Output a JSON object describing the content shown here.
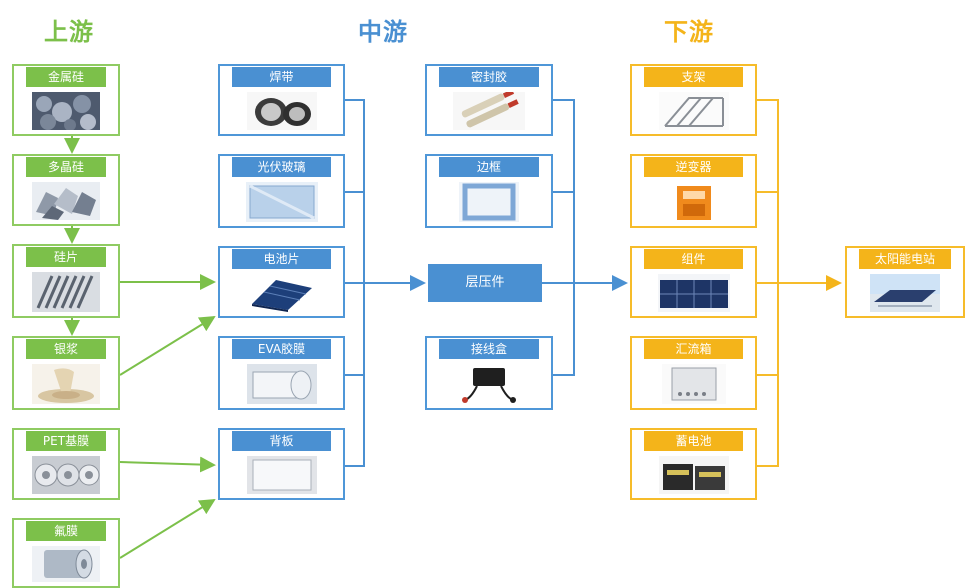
{
  "stages": {
    "upstream": "上游",
    "midstream": "中游",
    "downstream": "下游"
  },
  "upstream": {
    "items": [
      {
        "label": "金属硅",
        "icon": "silicon-lumps"
      },
      {
        "label": "多晶硅",
        "icon": "polysilicon-chunks"
      },
      {
        "label": "硅片",
        "icon": "silicon-wafers"
      },
      {
        "label": "银浆",
        "icon": "silver-paste"
      },
      {
        "label": "PET基膜",
        "icon": "pet-film-rolls"
      },
      {
        "label": "氟膜",
        "icon": "fluoro-film-roll"
      }
    ]
  },
  "midstream": {
    "materials": [
      {
        "label": "焊带",
        "icon": "solder-ribbon-spool"
      },
      {
        "label": "光伏玻璃",
        "icon": "pv-glass"
      },
      {
        "label": "电池片",
        "icon": "solar-cell"
      },
      {
        "label": "EVA胶膜",
        "icon": "eva-film"
      },
      {
        "label": "背板",
        "icon": "backsheet"
      }
    ],
    "parts": [
      {
        "label": "密封胶",
        "icon": "sealant-tubes"
      },
      {
        "label": "边框",
        "icon": "aluminum-frame"
      },
      {
        "label": "接线盒",
        "icon": "junction-box"
      }
    ],
    "laminate": "层压件"
  },
  "downstream": {
    "items": [
      {
        "label": "支架",
        "icon": "mounting-bracket"
      },
      {
        "label": "逆变器",
        "icon": "inverter"
      },
      {
        "label": "组件",
        "icon": "pv-module"
      },
      {
        "label": "汇流箱",
        "icon": "combiner-box"
      },
      {
        "label": "蓄电池",
        "icon": "storage-battery"
      }
    ],
    "station": "太阳能电站"
  },
  "colors": {
    "upstream": "#7cc04a",
    "midstream": "#4a90d2",
    "downstream": "#f4b41a"
  }
}
